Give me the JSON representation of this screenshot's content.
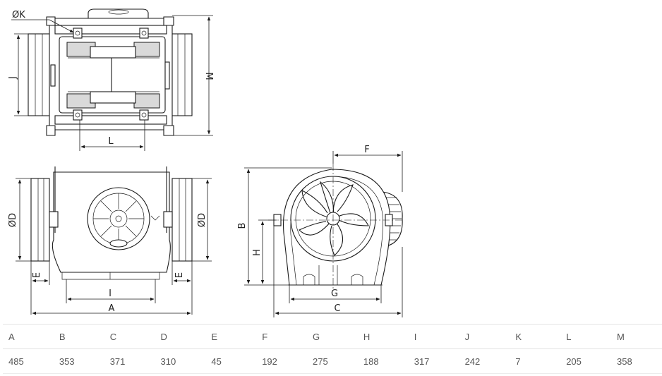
{
  "drawing": {
    "labels": {
      "k": "ØK",
      "j": "J",
      "m": "M",
      "l": "L",
      "d_left": "ØD",
      "d_right": "ØD",
      "e_left": "E",
      "e_right": "E",
      "i": "I",
      "a": "A",
      "b": "B",
      "h": "H",
      "f": "F",
      "g": "G",
      "c": "C"
    }
  },
  "table": {
    "headers": [
      "A",
      "B",
      "C",
      "D",
      "E",
      "F",
      "G",
      "H",
      "I",
      "J",
      "K",
      "L",
      "M"
    ],
    "values": [
      "485",
      "353",
      "371",
      "310",
      "45",
      "192",
      "275",
      "188",
      "317",
      "242",
      "7",
      "205",
      "358"
    ]
  }
}
